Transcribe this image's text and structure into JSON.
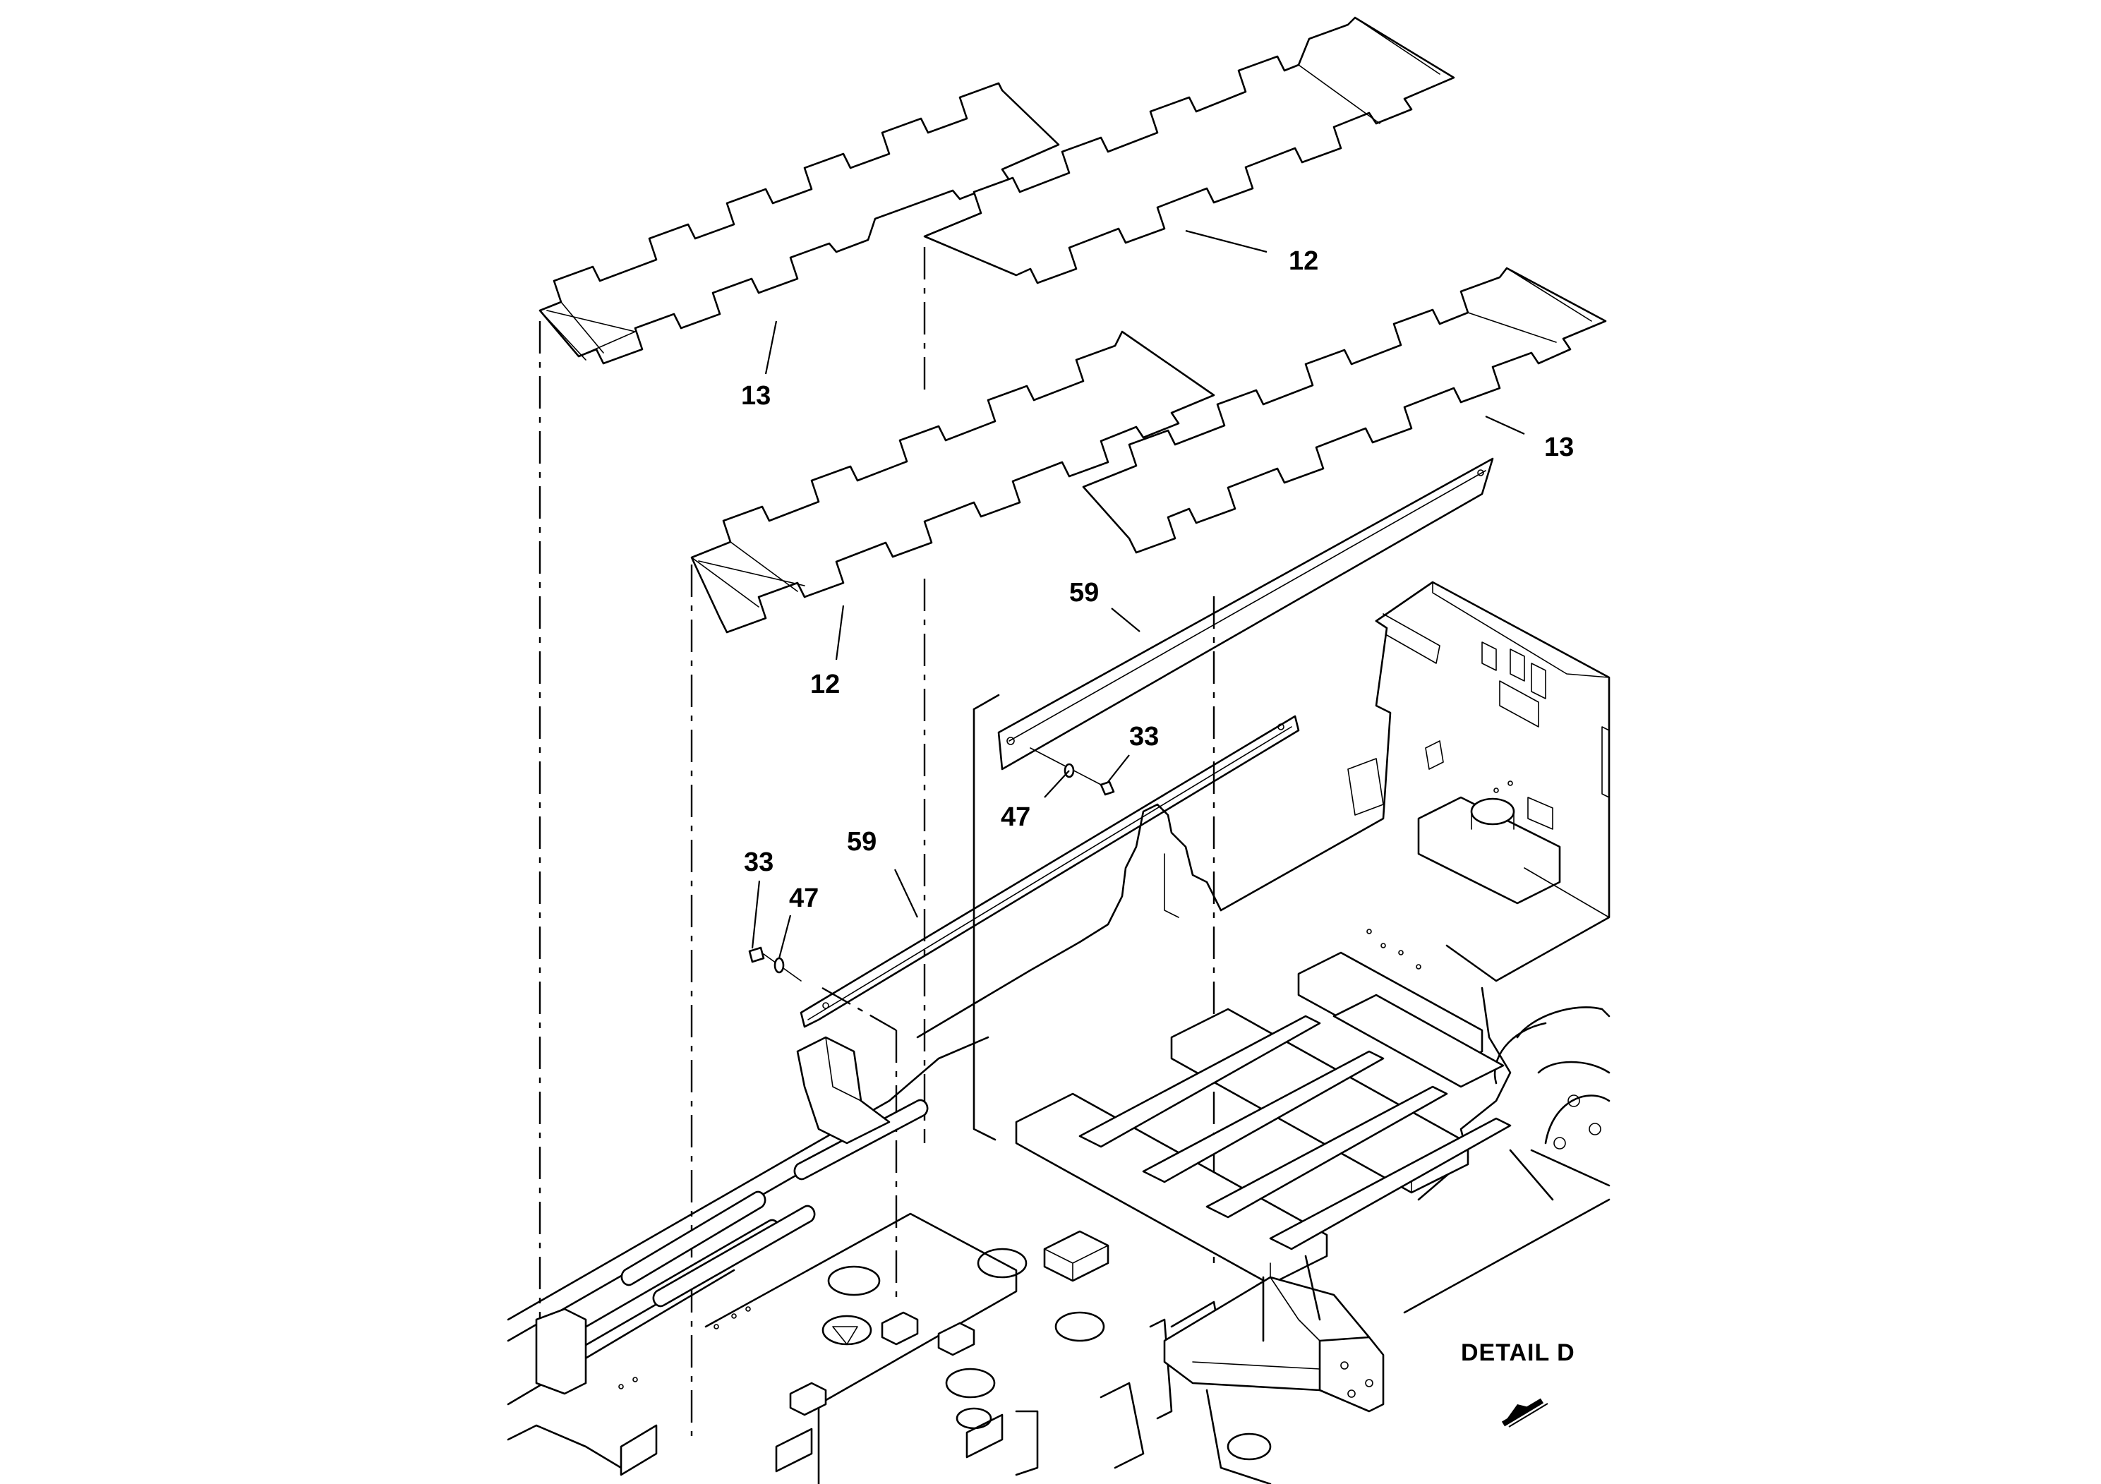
{
  "diagram": {
    "detail_label": "DETAIL D",
    "direction_icon": "arrow-icon",
    "callouts": {
      "mat_top_right": "12",
      "mat_top_left": "13",
      "mat_front_right": "13",
      "mat_front_left": "12",
      "rail_upper": "59",
      "rail_lower": "59",
      "bolt_upper": "33",
      "washer_upper": "47",
      "bolt_lower": "33",
      "washer_lower": "47"
    }
  }
}
